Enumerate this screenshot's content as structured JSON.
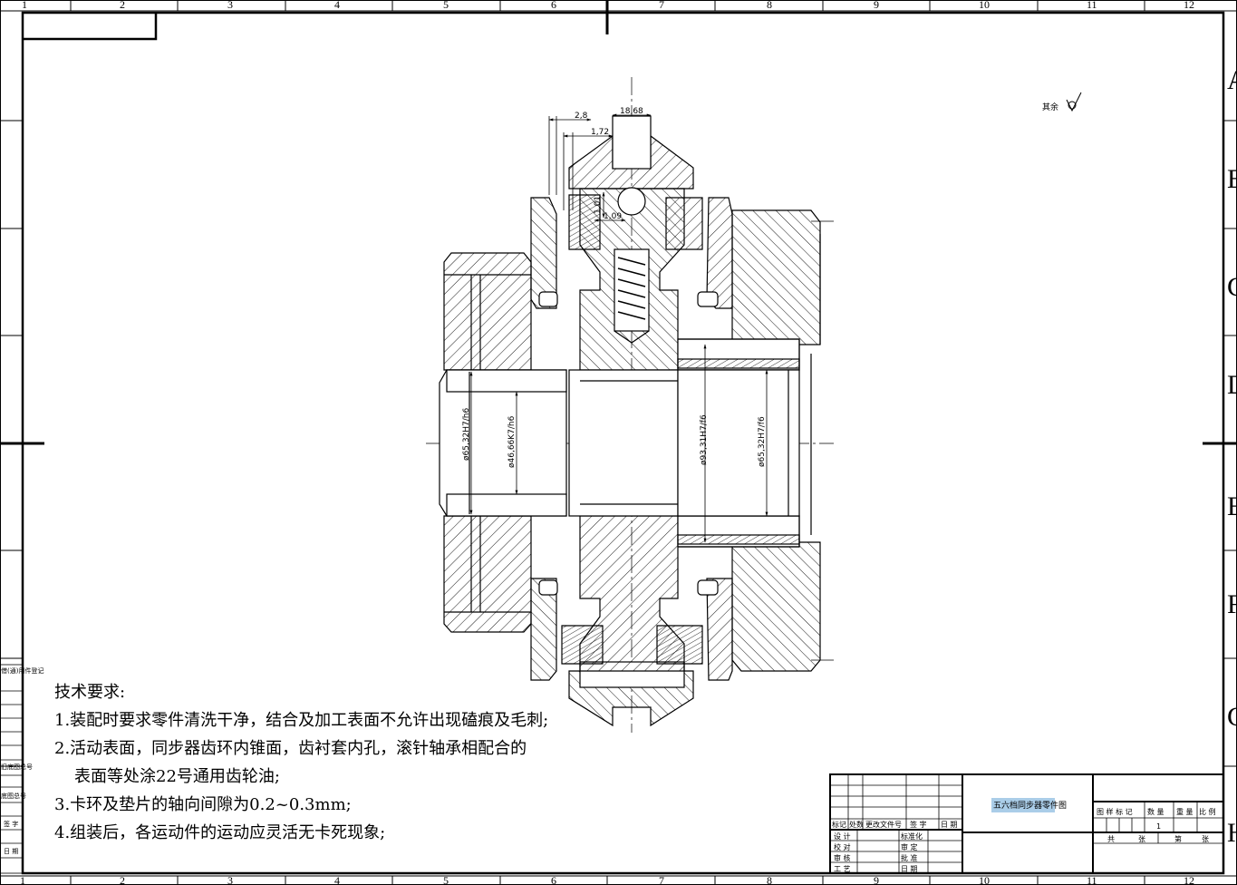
{
  "column_zones": [
    "1",
    "2",
    "3",
    "4",
    "5",
    "6",
    "7",
    "8",
    "9",
    "10",
    "11",
    "12"
  ],
  "row_zones": [
    "A",
    "B",
    "C",
    "D",
    "E",
    "F",
    "G",
    "H"
  ],
  "surface_finish_note": "其余",
  "dimensions": {
    "d_2_8": "2,8",
    "d_18_68": "18,68",
    "d_1_72": "1,72",
    "d_1_01": "1,01",
    "d_1_09": "1,09",
    "dia_65_h6": "ø65,32H7/h6",
    "dia_46_h6": "ø46,66K7/h6",
    "dia_93_f6": "ø93,31H7/f6",
    "dia_65_f6": "ø65,32H7/f6"
  },
  "technical_requirements": {
    "heading": "技术要求:",
    "items": [
      "1.装配时要求零件清洗干净，结合及加工表面不允许出现磕痕及毛刺;",
      "2.活动表面，同步器齿环内锥面，齿衬套内孔，滚针轴承相配合的",
      "表面等处涂22号通用齿轮油;",
      "3.卡环及垫片的轴向间隙为0.2~0.3mm;",
      "4.组装后，各运动件的运动应灵活无卡死现象;"
    ]
  },
  "title_block": {
    "drawing_name": "五六档同步器零件图",
    "revision_headers": [
      "标记",
      "处数",
      "更改文件号",
      "签 字",
      "日 期"
    ],
    "roles_left": [
      "设 计",
      "校 对",
      "审 核",
      "工 艺"
    ],
    "roles_right": [
      "标准化",
      "审 定",
      "批 准",
      "日 期"
    ],
    "info_headers": [
      "图 样 标 记",
      "数 量",
      "重 量",
      "比 例"
    ],
    "sheet_number": "1",
    "sheet_total_label": "共",
    "sheet_unit": "张",
    "sheet_index_label": "第",
    "highlight_color": "#aacde8"
  },
  "side_column_labels": [
    "借(通)用件登记",
    "旧底图总号",
    "底图总号",
    "签 字",
    "日 期"
  ]
}
